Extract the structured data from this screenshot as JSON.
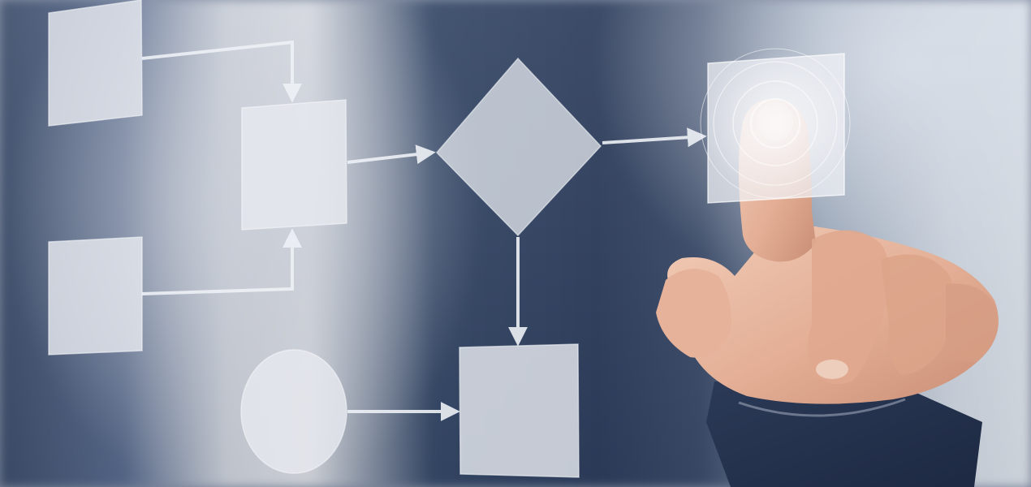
{
  "scene": {
    "description_free": true,
    "colors": {
      "suit": "#2f3f5e",
      "shirt": "#d3d7de",
      "skin": "#e7b9a2",
      "diagram_fill": "#e4e7ee",
      "diagram_stroke": "#f2f4f8"
    }
  },
  "diagram": {
    "shapes": [
      "rectangle",
      "rectangle",
      "rectangle",
      "diamond",
      "circle",
      "rectangle",
      "rectangle"
    ],
    "connectors": 6
  }
}
